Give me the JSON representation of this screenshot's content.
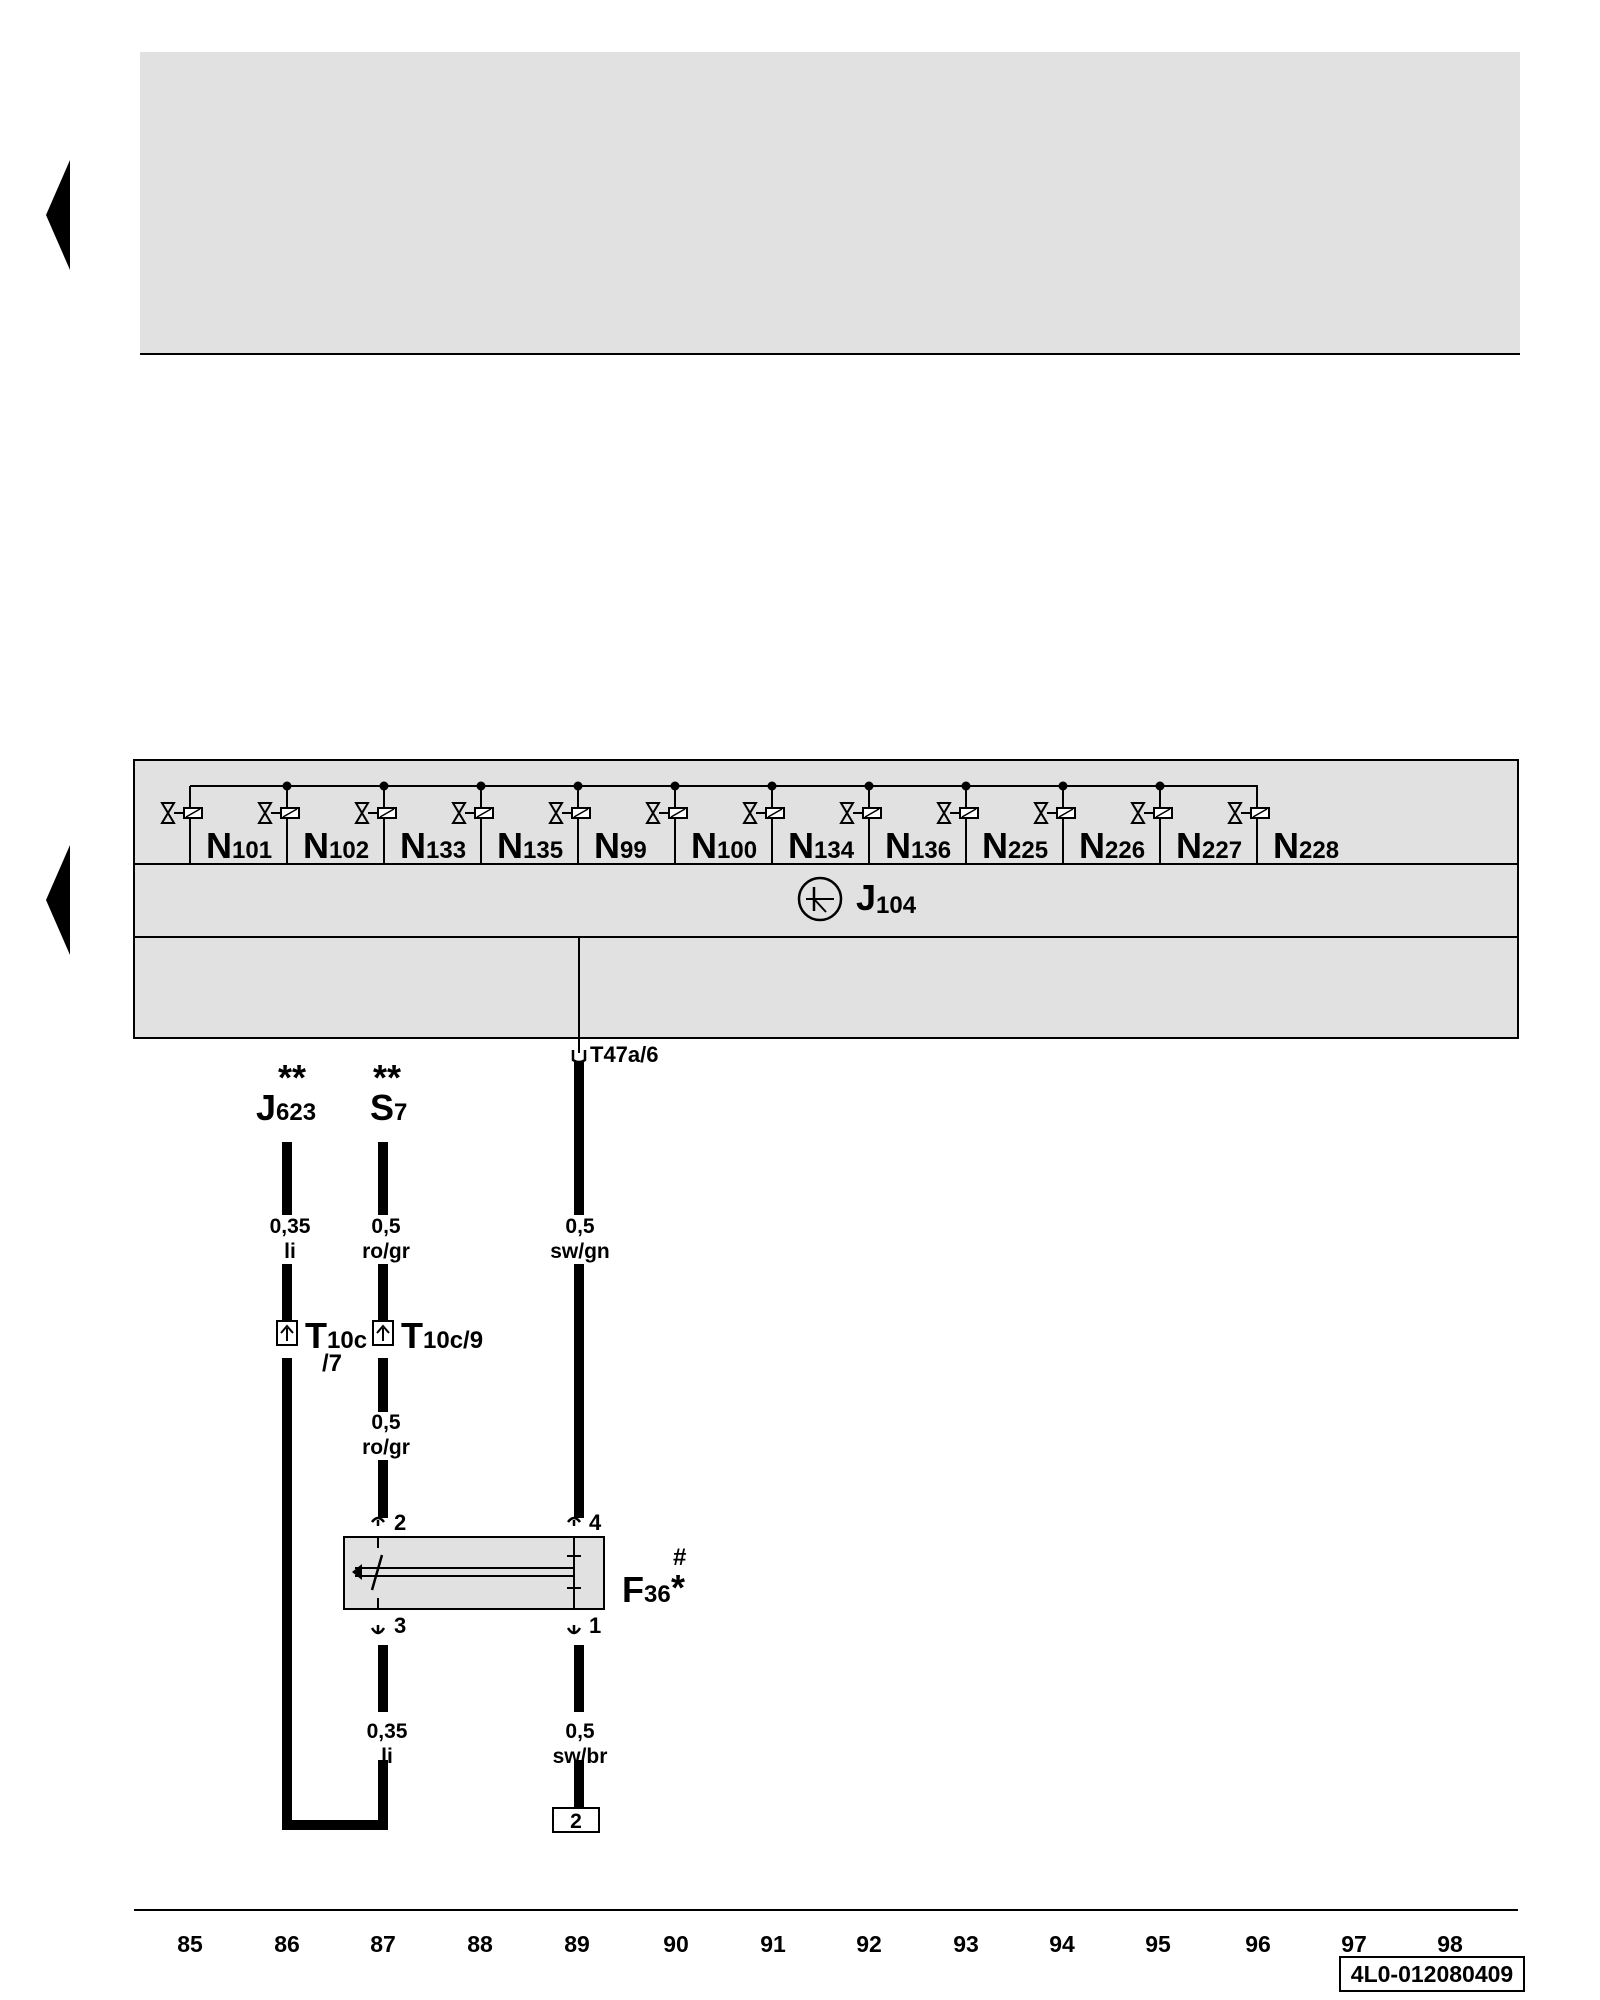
{
  "valves": [
    {
      "main": "N",
      "sub": "101"
    },
    {
      "main": "N",
      "sub": "102"
    },
    {
      "main": "N",
      "sub": "133"
    },
    {
      "main": "N",
      "sub": "135"
    },
    {
      "main": "N",
      "sub": "99"
    },
    {
      "main": "N",
      "sub": "100"
    },
    {
      "main": "N",
      "sub": "134"
    },
    {
      "main": "N",
      "sub": "136"
    },
    {
      "main": "N",
      "sub": "225"
    },
    {
      "main": "N",
      "sub": "226"
    },
    {
      "main": "N",
      "sub": "227"
    },
    {
      "main": "N",
      "sub": "228"
    }
  ],
  "control_unit": {
    "main": "J",
    "sub": "104"
  },
  "connector_top": "T47a/6",
  "components": {
    "j623": {
      "marker": "**",
      "main": "J",
      "sub": "623"
    },
    "s7": {
      "marker": "**",
      "main": "S",
      "sub": "7"
    },
    "f36": {
      "main": "F",
      "sub": "36",
      "marker1": "#",
      "marker2": "*"
    }
  },
  "wires": {
    "w86_upper": {
      "size": "0,35",
      "color": "li"
    },
    "w87_upper": {
      "size": "0,5",
      "color": "ro/gr"
    },
    "w89_upper": {
      "size": "0,5",
      "color": "sw/gn"
    },
    "w87_mid": {
      "size": "0,5",
      "color": "ro/gr"
    },
    "w87_lower": {
      "size": "0,35",
      "color": "li"
    },
    "w89_lower": {
      "size": "0,5",
      "color": "sw/br"
    }
  },
  "connectors": {
    "t10c7": {
      "main": "T",
      "sub": "10c",
      "line2": "/7"
    },
    "t10c9": {
      "main": "T",
      "sub": "10c/9"
    }
  },
  "pins": {
    "p2": "2",
    "p3": "3",
    "p4": "4",
    "p1": "1"
  },
  "ground_ref": "2",
  "columns": [
    "85",
    "86",
    "87",
    "88",
    "89",
    "90",
    "91",
    "92",
    "93",
    "94",
    "95",
    "96",
    "97",
    "98"
  ],
  "drawing_number": "4L0-012080409"
}
